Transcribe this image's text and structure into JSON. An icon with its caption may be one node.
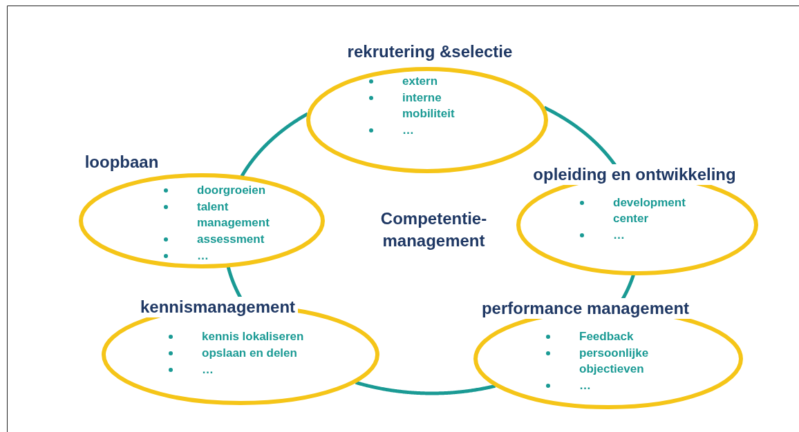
{
  "diagram": {
    "nodes": [
      {
        "text": [
          "Competentie- management"
        ]
      },
      {
        "text": [
          "rekrutering &selectie",
          "extern",
          "interne mobiliteit",
          "…"
        ]
      },
      {
        "text": [
          "loopbaan",
          "doorgroeien",
          "talent management",
          "assessment",
          "…"
        ]
      },
      {
        "text": [
          "opleiding en ontwikkeling",
          "development center",
          "…"
        ]
      },
      {
        "text": [
          "kennismanagement",
          "kennis lokaliseren",
          "opslaan en delen",
          "…"
        ]
      },
      {
        "text": [
          "performance management",
          "Feedback",
          "persoonlijke objectieven",
          "…"
        ]
      }
    ],
    "edges": [
      {
        "from": 1,
        "to": 3,
        "arrow": "none"
      },
      {
        "from": 3,
        "to": 5,
        "arrow": "none"
      },
      {
        "from": 5,
        "to": 4,
        "arrow": "none"
      },
      {
        "from": 4,
        "to": 2,
        "arrow": "none"
      },
      {
        "from": 2,
        "to": 1,
        "arrow": "none"
      }
    ]
  }
}
